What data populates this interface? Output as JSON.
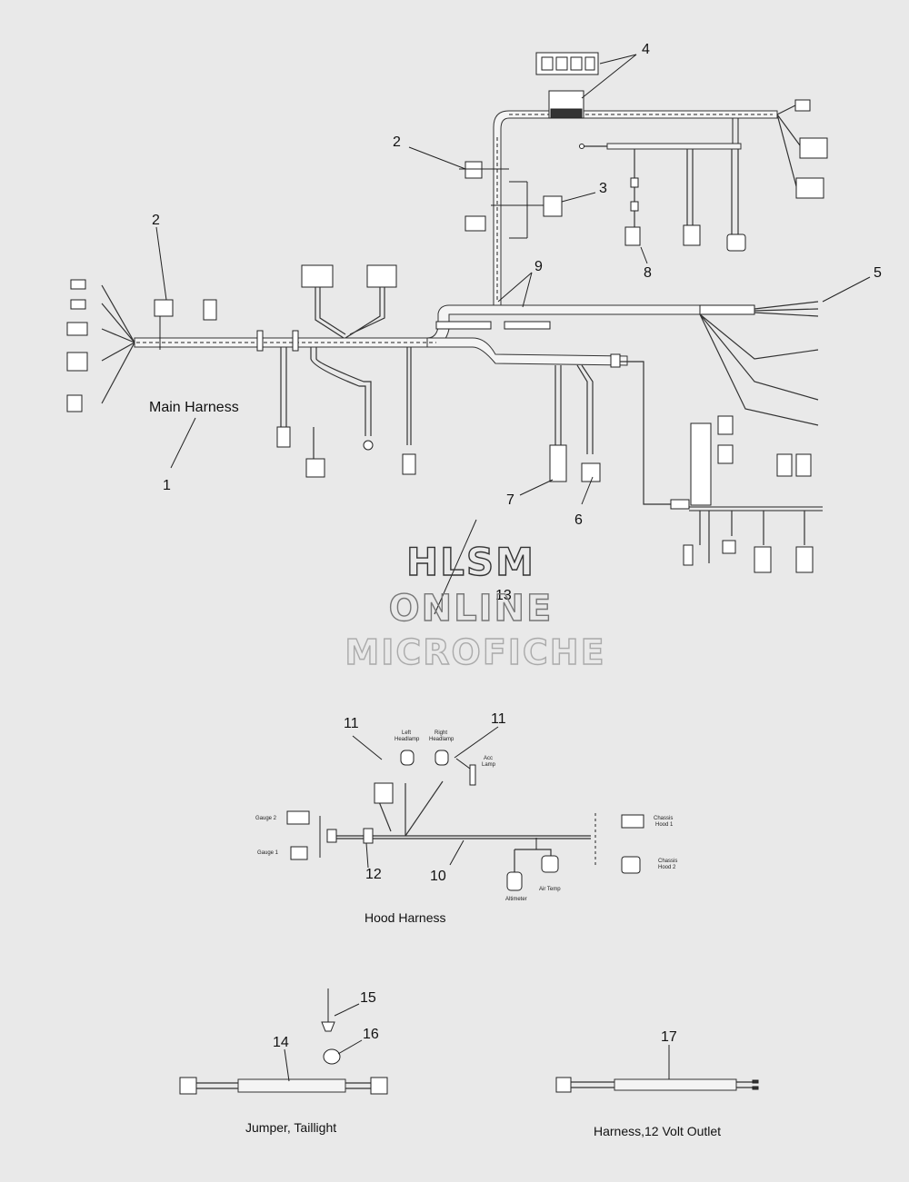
{
  "callouts": {
    "c1": "1",
    "c2a": "2",
    "c2b": "2",
    "c3": "3",
    "c4": "4",
    "c5": "5",
    "c6": "6",
    "c7": "7",
    "c8": "8",
    "c9": "9",
    "c10": "10",
    "c11a": "11",
    "c11b": "11",
    "c12": "12",
    "c13": "13",
    "c14": "14",
    "c15": "15",
    "c16": "16",
    "c17": "17"
  },
  "captions": {
    "main_harness": "Main Harness",
    "hood_harness": "Hood Harness",
    "jumper_taillight": "Jumper, Taillight",
    "harness_12v": "Harness,12 Volt Outlet"
  },
  "hood_labels": {
    "left_headlamp_1": "Left",
    "left_headlamp_2": "Headlamp",
    "right_headlamp_1": "Right",
    "right_headlamp_2": "Headlamp",
    "acc_lamp_1": "Acc",
    "acc_lamp_2": "Lamp",
    "gauge2": "Gauge 2",
    "gauge1": "Gauge 1",
    "chassis_hood1_1": "Chassis",
    "chassis_hood1_2": "Hood 1",
    "chassis_hood2_1": "Chassis",
    "chassis_hood2_2": "Hood 2",
    "altimeter": "Altimeter",
    "air_temp": "Air Temp"
  },
  "watermark": {
    "line1": "HLSM",
    "line2": "ONLINE",
    "line3": "MICROFICHE",
    "color1": "#333333",
    "color2": "#777777",
    "color3": "#aaaaaa"
  }
}
